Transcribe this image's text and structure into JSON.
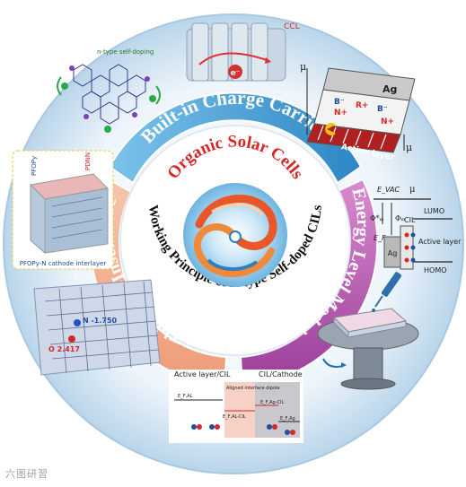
{
  "center": {
    "title": "Organic Solar Cells",
    "subtitle": "Working Principle of N-type Self-doped CILs"
  },
  "segments": {
    "top": "Built-in Charge Carriers",
    "right": "Energy Level Modulation",
    "left": "Thickness-Insensitive"
  },
  "panels": {
    "molecule": {
      "label": "n-type self-doping"
    },
    "ccl": {
      "label": "CCL",
      "electron": "e⁻"
    },
    "stack": {
      "metal": "Ag",
      "active": "Active layer",
      "mu": "μ",
      "r_plus": "R+",
      "b_minus": "B⁻",
      "n_plus": "N+"
    },
    "cathode": {
      "top_left": "PFOPy",
      "top_right": "PDNN",
      "caption": "PFOPy-N cathode interlayer"
    },
    "crystal": {
      "n_label": "N -1.750",
      "o_label": "O 2.417"
    },
    "energy": {
      "evac": "E_VAC",
      "mu": "μ",
      "phi_star": "Φ*ₘ",
      "phi_m": "Φₘ",
      "ef": "E_F",
      "ag": "Ag",
      "cil": "CIL",
      "lumo": "LUMO",
      "homo": "HOMO",
      "active": "Active layer"
    },
    "interface": {
      "left_title": "Active layer/CIL",
      "right_title": "CIL/Cathode",
      "dipole": "Aligned interface dipole",
      "ef_al": "E_F,AL",
      "ef_alcil": "E_F,AL-CIL",
      "ef_agcil": "E_F,Ag-CIL",
      "ef_ag": "E_F,Ag"
    }
  },
  "watermark": "六图研習",
  "colors": {
    "ring": "#bcd6ea",
    "top_band": "#3e9fd3",
    "right_band": "#b04aa8",
    "left_band": "#f1a98a",
    "title_red": "#d62728"
  }
}
